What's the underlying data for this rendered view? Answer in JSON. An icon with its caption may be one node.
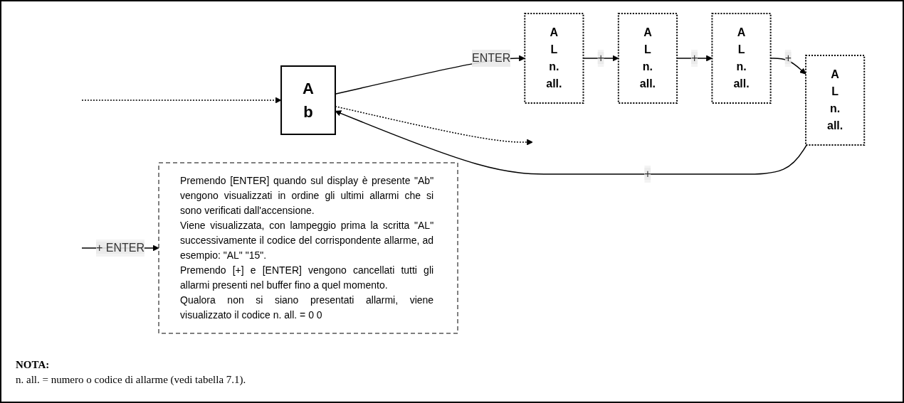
{
  "diagram": {
    "nodes": [
      {
        "text": [
          "A",
          "b"
        ]
      },
      {
        "text": [
          "A",
          "L",
          "n.",
          "all."
        ]
      },
      {
        "text": [
          "A",
          "L",
          "n.",
          "all."
        ]
      },
      {
        "text": [
          "A",
          "L",
          "n.",
          "all."
        ]
      },
      {
        "text": [
          "A",
          "L",
          "n.",
          "all."
        ]
      },
      {
        "text": [
          "Premendo [ENTER] quando sul display è presente \"Ab\" vengono visualizzati in ordine gli ultimi allarmi che si sono verificati dall'accensione.",
          "Viene visualizzata, con lampeggio prima la scritta \"AL\" successivamente il codice del corrispondente allarme, ad esempio: \"AL\" \"15\".",
          "Premendo [+] e [ENTER] vengono cancellati tutti gli allarmi presenti nel buffer fino a quel momento.",
          "Qualora non si siano presentati allarmi, viene visualizzato il codice n. all. = 0 0"
        ]
      }
    ],
    "edges": [
      {
        "from": 0,
        "to": null,
        "arrow": "to",
        "style": "dashed"
      },
      {
        "from": null,
        "to": 0,
        "arrow": "to",
        "style": "dashed"
      },
      {
        "from": 0,
        "to": 1,
        "arrow": "to",
        "label": "ENTER"
      },
      {
        "from": 1,
        "to": 2,
        "arrow": "to",
        "label": "+"
      },
      {
        "from": 2,
        "to": 3,
        "arrow": "to",
        "label": "+"
      },
      {
        "from": 3,
        "to": 4,
        "arrow": "to",
        "label": "+"
      },
      {
        "from": 4,
        "to": 0,
        "arrow": "to",
        "label": "+"
      },
      {
        "from": null,
        "to": 5,
        "arrow": "to",
        "label": "+ ENTER"
      }
    ],
    "labels": [
      "NOTA:",
      "n. all. = numero o codice di allarme (vedi tabella 7.1)."
    ]
  }
}
